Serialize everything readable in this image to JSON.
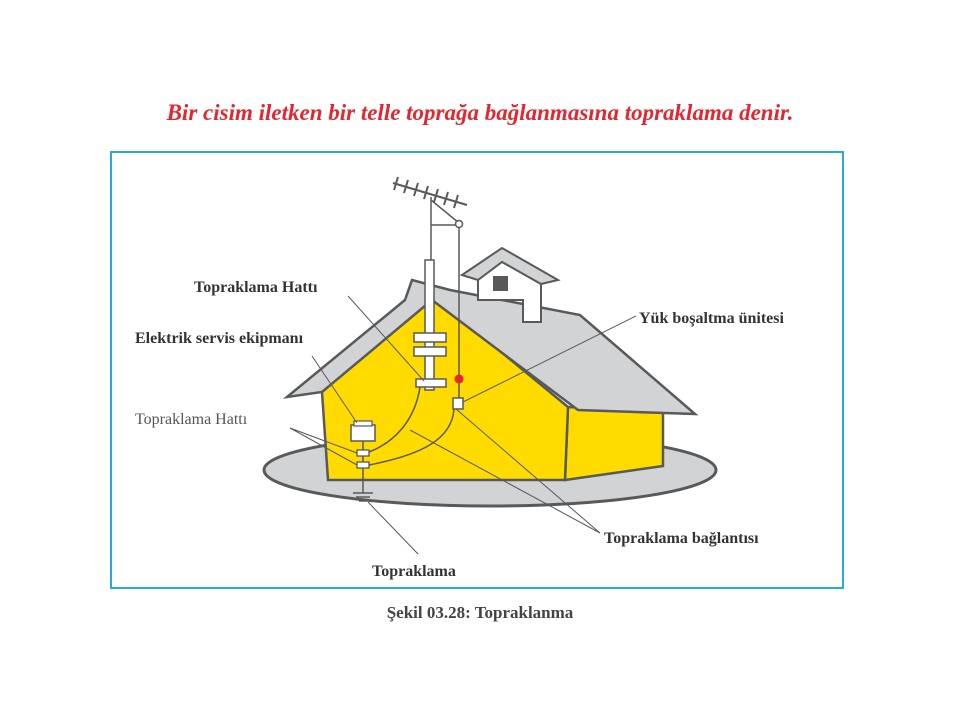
{
  "headline": "Bir cisim iletken bir telle toprağa bağlanmasına topraklama denir.",
  "caption": "Şekil 03.28: Topraklanma",
  "colors": {
    "headline": "#e3262f",
    "frame": "#27a9e1",
    "wall": "#ffdb00",
    "roof": "#d1d3d4",
    "ground": "#d1d3d4",
    "outline": "#58595b",
    "arrester_dot": "#e3262f"
  },
  "labels": {
    "grounding_line_top": "Topraklama Hattı",
    "electric_service": "Elektrik servis ekipmanı",
    "grounding_line_left": "Topraklama Hattı",
    "surge_unit": "Yük boşaltma ünitesi",
    "grounding_connection": "Topraklama bağlantısı",
    "grounding": "Topraklama"
  }
}
